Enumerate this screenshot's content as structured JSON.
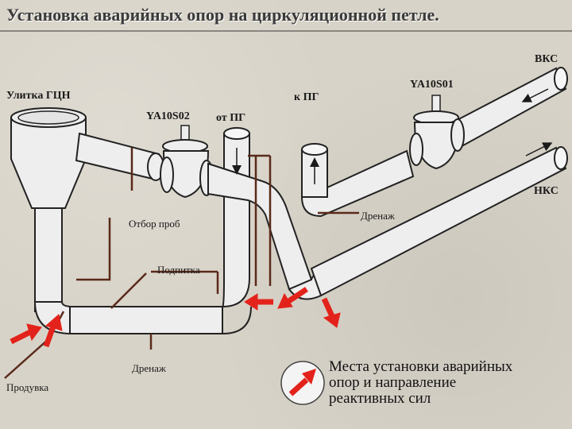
{
  "title": "Установка аварийных опор на циркуляционной петле.",
  "labels": {
    "vks": "ВКС",
    "nks": "НКС",
    "ulitka": "Улитка ГЦН",
    "k_pg": "к ПГ",
    "ot_pg": "от ПГ",
    "valve1": "YA10S01",
    "valve2": "YA10S02",
    "drenazh_top": "Дренаж",
    "drenazh_bottom": "Дренаж",
    "otbor": "Отбор проб",
    "podpitka": "Подпитка",
    "produvka": "Продувка"
  },
  "legend": {
    "line1": "Места установки аварийных",
    "line2": "опор и направление",
    "line3": "реактивных сил"
  },
  "colors": {
    "background": "#d8d3c8",
    "pipe_fill": "#eeeeee",
    "pipe_stroke": "#222222",
    "arrow": "#e3231b",
    "thin_line": "#5a2a1a"
  }
}
